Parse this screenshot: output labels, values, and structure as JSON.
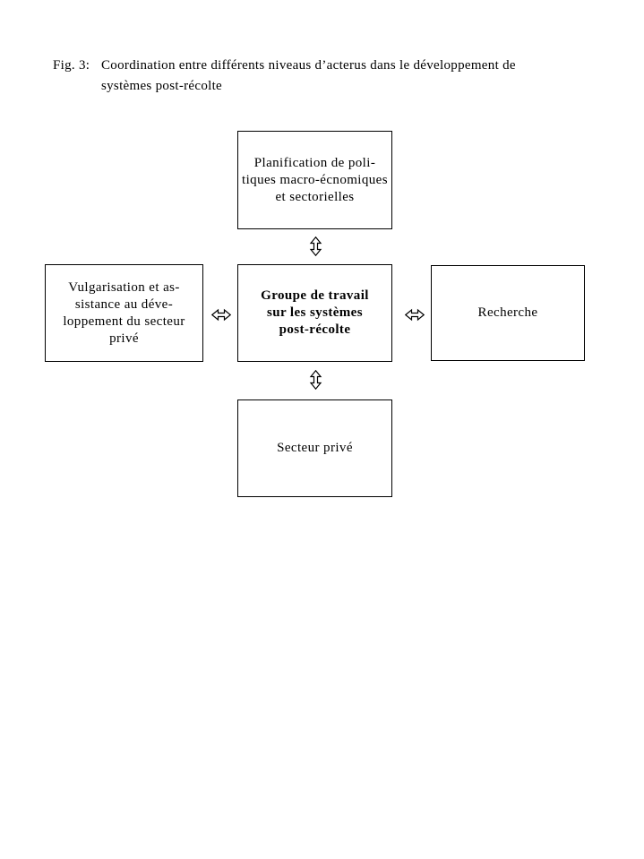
{
  "figure": {
    "caption_label": "Fig. 3:",
    "caption_line1": "Coordination entre différents niveaus d’acterus dans le développement de",
    "caption_line2": "systèmes post-récolte"
  },
  "diagram": {
    "boxes": {
      "planification": {
        "lines": [
          "Planification de poli-",
          "tiques macro-écnomiques",
          "et sectorielles"
        ]
      },
      "vulgarisation": {
        "lines": [
          "Vulgarisation et as-",
          "sistance au déve-",
          "loppement du secteur",
          "privé"
        ]
      },
      "groupe": {
        "lines": [
          "Groupe de travail",
          "sur les systèmes",
          "post-récolte"
        ]
      },
      "recherche": {
        "lines": [
          "Recherche"
        ]
      },
      "secteur": {
        "lines": [
          "Secteur privé"
        ]
      }
    },
    "arrows": {
      "vertical_icon": "up-down-white-arrow",
      "horizontal_icon": "left-right-white-arrow"
    },
    "colors": {
      "line": "#000000",
      "background": "#ffffff",
      "text": "#000000"
    }
  }
}
